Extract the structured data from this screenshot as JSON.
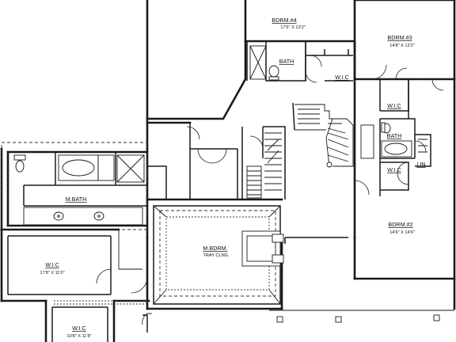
{
  "rooms": {
    "bdrm4": {
      "name": "BDRM.#4",
      "dims": "17'6\" X 13'2\""
    },
    "bdrm3": {
      "name": "BDRM.#3",
      "dims": "14'8\" X 13'2\""
    },
    "bdrm2": {
      "name": "BDRM.#2",
      "dims": "14'6\" X 14'6\""
    },
    "mbdrm": {
      "name": "M.BDRM.",
      "dims": "TRAY CLNG."
    },
    "mbath": {
      "name": "M.BATH"
    },
    "bath_upper": {
      "name": "BATH"
    },
    "bath_mid": {
      "name": "BATH"
    },
    "wic_top": {
      "name": "W.I.C"
    },
    "wic_bdrm3": {
      "name": "W.I.C"
    },
    "wic_bdrm2": {
      "name": "W.I.C"
    },
    "wic_master": {
      "name": "W.I.C",
      "dims": "17'8\" X 11'0\""
    },
    "wic_lower": {
      "name": "W.I.C",
      "dims": "10'8\" X 11'8\""
    },
    "linen": {
      "name": "LIN"
    }
  }
}
